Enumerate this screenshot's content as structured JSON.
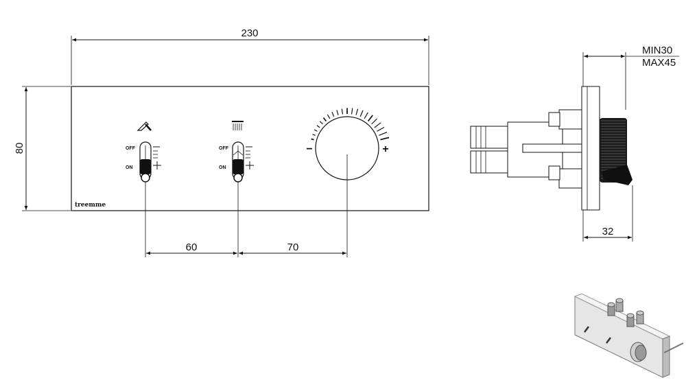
{
  "dimensions": {
    "width": "230",
    "height": "80",
    "spacing_1": "60",
    "spacing_2": "70",
    "depth": "32",
    "depth_min": "MIN30",
    "depth_max": "MAX45"
  },
  "plate": {
    "brand": "treemme"
  },
  "left_switch": {
    "off_label": "OFF",
    "on_label": "ON",
    "icon": "hand-shower-icon"
  },
  "right_switch": {
    "off_label": "OFF",
    "on_label": "ON",
    "icon": "overhead-shower-icon"
  },
  "knob": {
    "minus": "−",
    "plus": "+"
  }
}
